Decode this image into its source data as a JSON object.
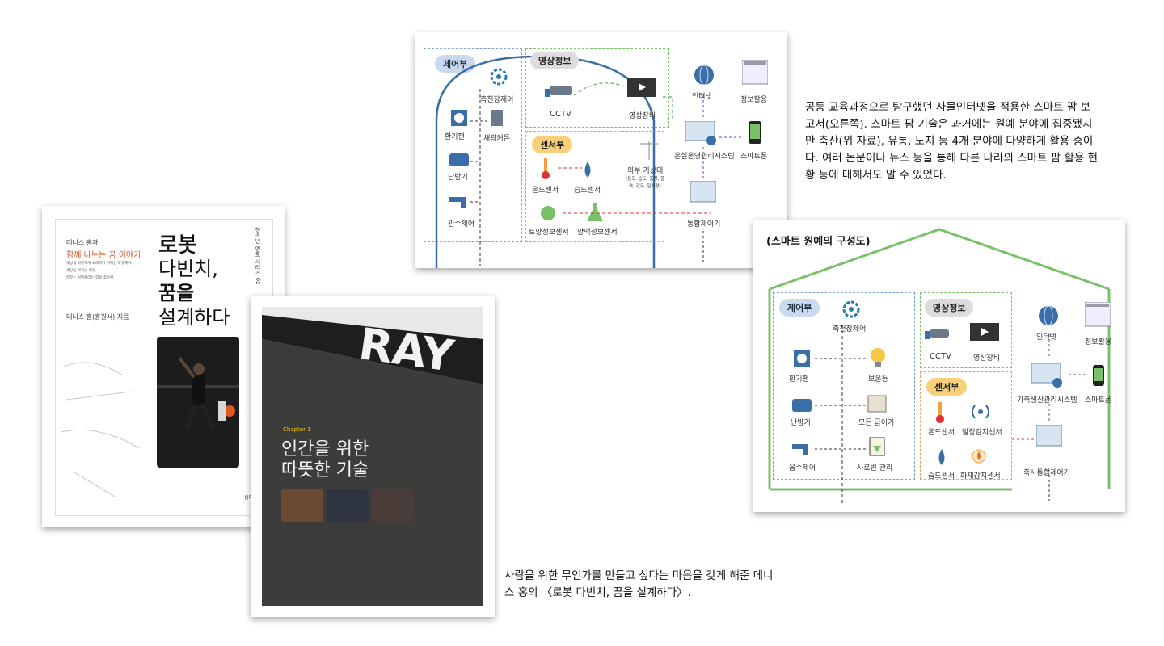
{
  "captions": {
    "top_right": "공동 교육과정으로 탐구했던 사물인터넷을 적용한 스마트 팜 보고서(오른쪽). 스마트 팜 기술은 과거에는 원예 분야에 집중됐지만 축산(위 자료), 유통, 노지 등 4개 분야에 다양하게 활용 중이다. 여러 논문이나 뉴스 등을 통해 다른 나라의 스마트 팜 활용 현황 등에 대해서도 알 수 있었다.",
    "bottom": "사람을 위한 무언가를 만들고 싶다는 마음을 갖게 해준 데니스 홍의 〈로봇 다빈치, 꿈을 설계하다〉."
  },
  "diagram1": {
    "control": {
      "title": "제어부",
      "items": [
        "측천장제어",
        "환기팬",
        "채광커튼",
        "난방기",
        "관수제어"
      ]
    },
    "video": {
      "title": "영상정보",
      "items": [
        "CCTV",
        "영상장비"
      ]
    },
    "sensor": {
      "title": "센서부",
      "items": [
        "온도센서",
        "습도센서",
        "토양정보센서",
        "양액정보센서"
      ]
    },
    "weather": {
      "title": "외부 기상대",
      "sub": "(온도, 습도, 풍량, 풍속, 강우, 일사량)"
    },
    "right": [
      "인터넷",
      "정보활용",
      "온실운영관리시스템",
      "스마트폰",
      "통합제어기"
    ]
  },
  "diagram2": {
    "heading": "(스마트 원예의 구성도)",
    "control": {
      "title": "제어부",
      "items": [
        "측천장제어",
        "환기팬",
        "보온등",
        "난방기",
        "모든 급이기",
        "음수제어",
        "사료빈 관리"
      ]
    },
    "video": {
      "title": "영상정보",
      "items": [
        "CCTV",
        "영상장비"
      ]
    },
    "sensor": {
      "title": "센서부",
      "items": [
        "온도센서",
        "발정감지센서",
        "습도센서",
        "화재감지센서"
      ]
    },
    "right": [
      "인터넷",
      "정보활용",
      "가축생산관리시스템",
      "스마트폰",
      "축사통합제어기"
    ]
  },
  "book_cover": {
    "author_line": "데니스 홍과",
    "subtitle": "함께 나누는 꿈 이야기",
    "blurb": [
      "세상을 따뜻하게 노래하기 위해선 따뜻해야",
      "세상을 바꾸는 이유,",
      "꿈꾸는 실행자라는 힘을 찾아서"
    ],
    "title_lines": [
      "로봇",
      "다빈치,",
      "꿈을",
      "설계하다"
    ],
    "author": "데니스 홍(홍원서) 지음",
    "series": "청소년 멘토 시리즈 02",
    "publisher": "샘터"
  },
  "book_page": {
    "chapter": "Chapter 1",
    "title_lines": [
      "인간을 위한",
      "따뜻한 기술"
    ],
    "banner": "RAY"
  },
  "colors": {
    "blue": "#3a6ea8",
    "green": "#79c168",
    "orange": "#f0a040",
    "red": "#e03030",
    "control_tag_bg": "#c9d9ee",
    "video_tag_bg": "#dcdcdc",
    "sensor_tag_bg": "#f9d07a"
  }
}
